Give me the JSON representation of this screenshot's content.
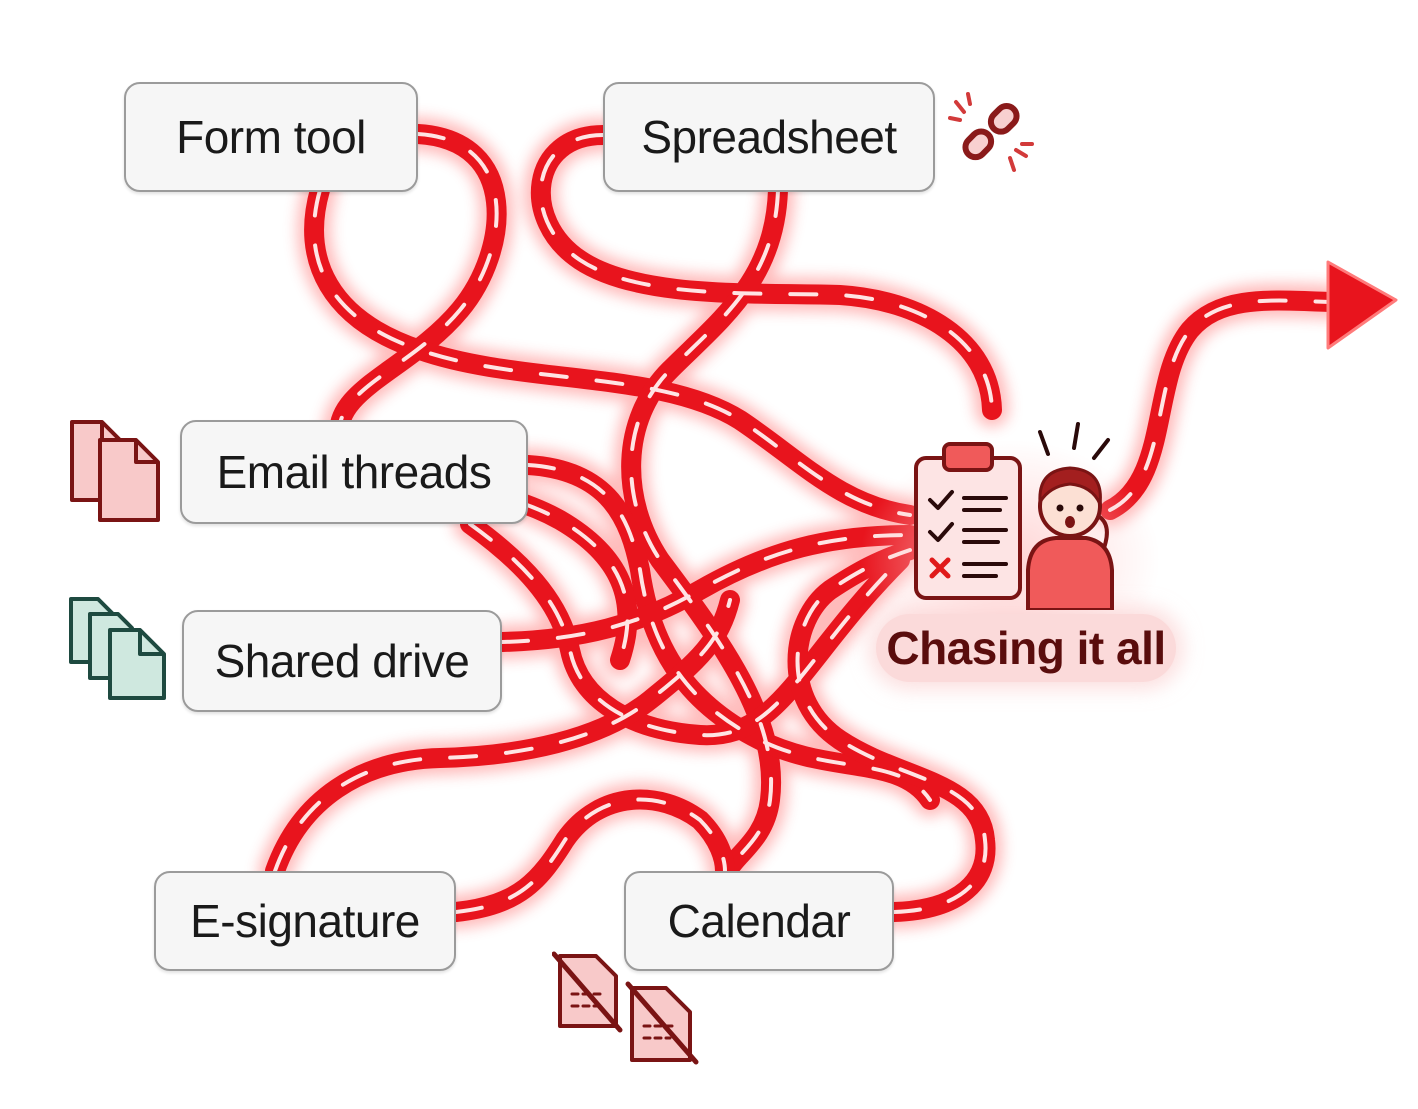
{
  "tools": {
    "form_tool": "Form tool",
    "spreadsheet": "Spreadsheet",
    "email_threads": "Email threads",
    "shared_drive": "Shared drive",
    "e_signature": "E-signature",
    "calendar": "Calendar"
  },
  "hub": {
    "label": "Chasing it all"
  },
  "icons": {
    "broken_link": "broken-link-icon",
    "red_documents": "document-stack-icon",
    "green_documents": "document-stack-icon",
    "missing_documents": "crossed-out-document-icon",
    "checklist": "clipboard-checklist-icon",
    "stressed_person": "stressed-person-icon",
    "exit_arrow": "arrow-right-icon"
  },
  "colors": {
    "road": "#e8141d",
    "road_glow": "#ff5a5a",
    "dash": "#ffe4e4",
    "hub_fill": "#fbdada",
    "hub_text": "#5a0d0d",
    "doc_red": "#f8c9c9",
    "doc_red_stroke": "#7a1414",
    "doc_green": "#cfe8df",
    "doc_green_stroke": "#1e4a40"
  }
}
